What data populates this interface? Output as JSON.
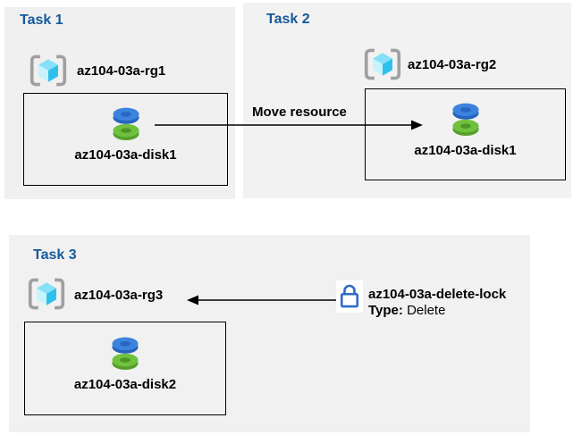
{
  "task1": {
    "title": "Task 1",
    "resource_group": "az104-03a-rg1",
    "disk": "az104-03a-disk1"
  },
  "task2": {
    "title": "Task 2",
    "resource_group": "az104-03a-rg2",
    "disk": "az104-03a-disk1"
  },
  "task3": {
    "title": "Task 3",
    "resource_group": "az104-03a-rg3",
    "disk": "az104-03a-disk2"
  },
  "annotations": {
    "move_arrow_label": "Move resource",
    "lock_name": "az104-03a-delete-lock",
    "lock_type_label": "Type:",
    "lock_type_value": "Delete"
  },
  "icons": {
    "resource_group": "resource-group-icon",
    "disk": "managed-disk-icon",
    "lock": "delete-lock-icon",
    "move_arrow": "right-arrow",
    "lock_arrow": "left-arrow"
  },
  "colors": {
    "panel1_bg": "#f0f0f0",
    "panel2_bg": "#f2f2f2",
    "panel3_bg": "#f1f1f1",
    "title_blue": "#145a9b",
    "text_black": "#000000",
    "lock_blue": "#2e6ac8",
    "disk_blue": "#3c83de",
    "disk_green": "#70c13d",
    "cube_cyan": "#2ec0eb",
    "bracket_gray": "#a0a0a0"
  }
}
